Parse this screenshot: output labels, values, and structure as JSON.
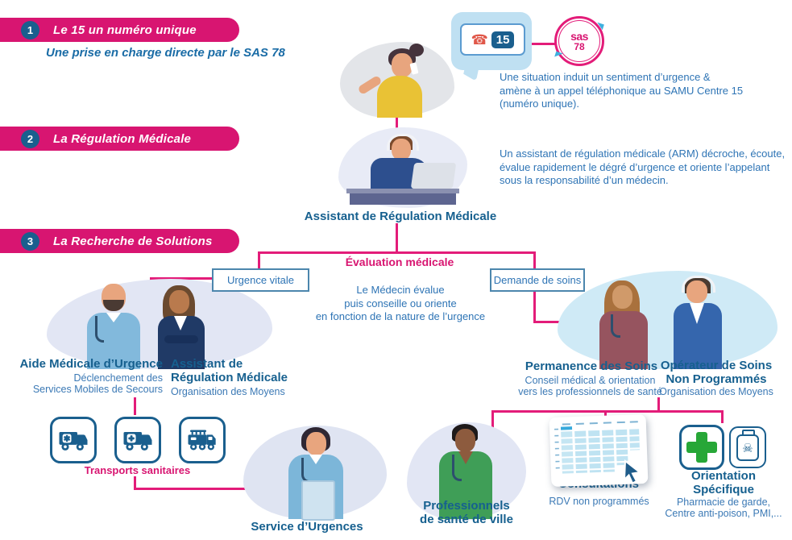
{
  "colors": {
    "pink": "#d81571",
    "line_pink": "#e31c79",
    "dark_blue": "#1a5f8e",
    "heading_blue": "#16608f",
    "body_blue": "#2e74b5",
    "green": "#27a737"
  },
  "steps": [
    {
      "number": "1",
      "title": "Le 15 un numéro unique",
      "subtitle": "Une prise en charge directe par le SAS 78"
    },
    {
      "number": "2",
      "title": "La Régulation Médicale"
    },
    {
      "number": "3",
      "title": "La Recherche de Solutions"
    }
  ],
  "call": {
    "phone_number": "15",
    "sas_line1": "sas",
    "sas_line2": "78",
    "paragraph": "Une situation induit un sentiment d’urgence &\namène à un appel téléphonique au SAMU Centre 15\n(numéro unique)."
  },
  "regulation": {
    "arm_title": "Assistant de Régulation Médicale",
    "paragraph": "Un assistant de régulation médicale (ARM) décroche, écoute,\névalue rapidement le dégré d’urgence et oriente l’appelant\nsous la responsabilité d’un médecin."
  },
  "evaluation": {
    "title": "Évaluation médicale",
    "note": "Le Médecin évalue\npuis conseille ou oriente\nen fonction de la nature de l’urgence",
    "left_box": "Urgence vitale",
    "right_box": "Demande de soins"
  },
  "left_branch": {
    "amu_title": "Aide Médicale d’Urgence",
    "amu_sub": "Déclenchement des\nServices Mobiles de Secours",
    "arm_title": "Assistant de\nRégulation Médicale",
    "arm_sub": "Organisation des Moyens",
    "transports_label": "Transports sanitaires",
    "service_title": "Service d’Urgences"
  },
  "right_branch": {
    "pds_title": "Permanence des Soins",
    "pds_sub": "Conseil médical & orientation\nvers les professionnels de santé",
    "osnp_title": "Opérateur de Soins\nNon Programmés",
    "osnp_sub": "Organisation des Moyens",
    "pros_title": "Professionnels\nde santé de ville",
    "consultations_title": "Consultations",
    "consultations_sub": "RDV non programmés",
    "orientation_title": "Orientation\nSpécifique",
    "orientation_sub": "Pharmacie de garde,\nCentre anti-poison, PMI,..."
  }
}
